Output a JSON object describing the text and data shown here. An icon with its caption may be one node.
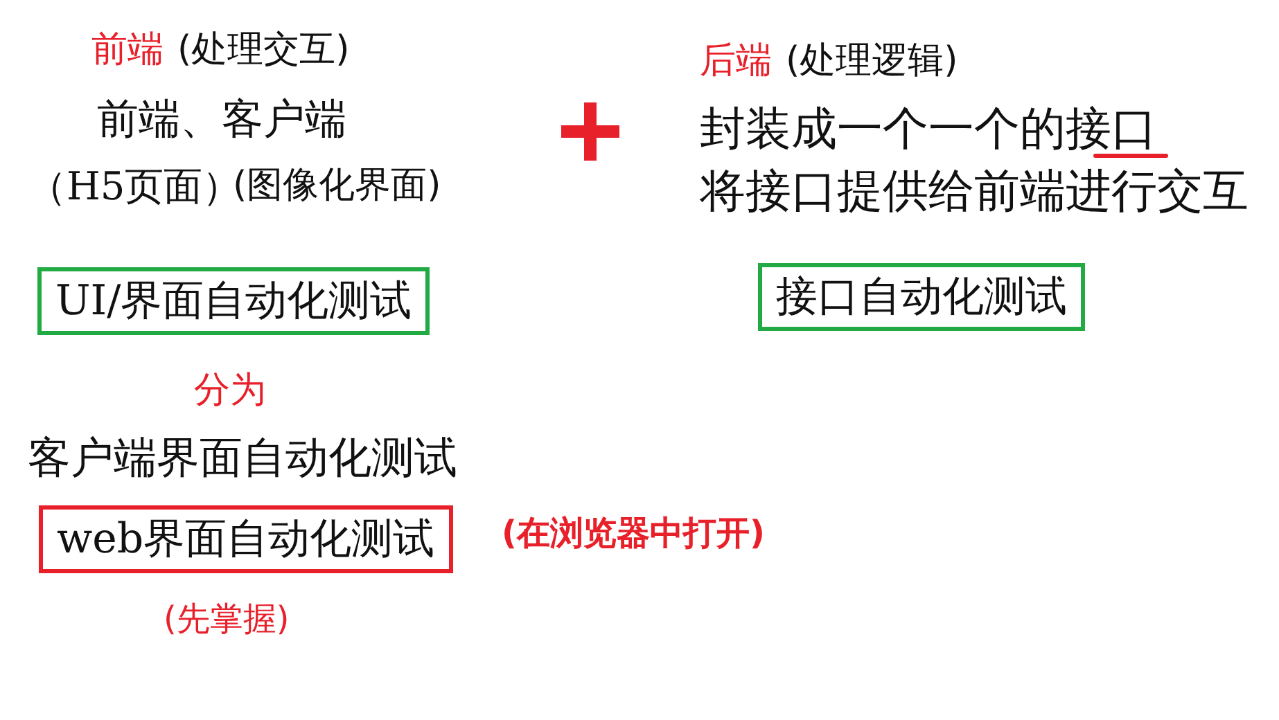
{
  "diagram": {
    "nodes": [
      {
        "text": [
          "UI/界面自动化测试"
        ]
      },
      {
        "text": [
          "接口自动化测试"
        ]
      },
      {
        "text": [
          "web界面自动化测试"
        ],
        "beside": [
          "(在浏览器中打开)",
          "(先掌握)"
        ]
      }
    ],
    "labels": [
      "前端",
      "(处理交互)",
      "前端、客户端",
      "（H5页面）",
      "(图像化界面)",
      "后端",
      "(处理逻辑)",
      "封装成一个一个的接口",
      "将接口提供给前端进行交互",
      "分为",
      "客户端界面自动化测试"
    ]
  }
}
